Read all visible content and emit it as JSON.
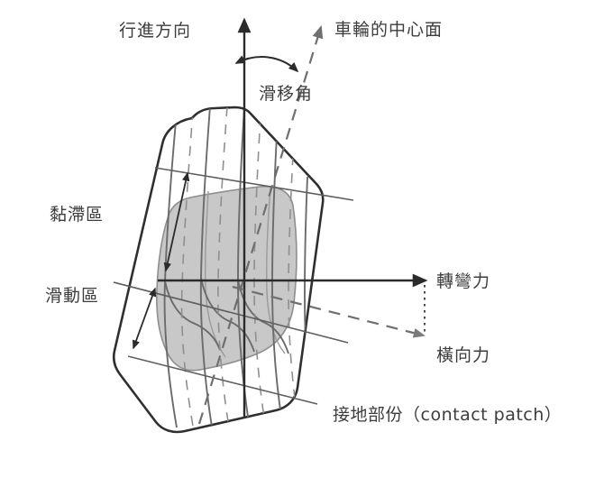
{
  "diagram": {
    "title": "Tire contact patch and slip angle diagram",
    "background_color": "#ffffff",
    "outline_color": "#2f2f2f",
    "tread_color": "#6b6b6b",
    "patch_fill": "#c8c8c8",
    "patch_stroke": "#8a8a8a",
    "axis_color": "#2b2b2b",
    "text_color": "#3d3d3d"
  },
  "labels": {
    "travel_direction": "行進方向",
    "wheel_center_plane": "車輪的中心面",
    "slip_angle": "滑移角",
    "adhesion_zone": "黏滯區",
    "sliding_zone": "滑動區",
    "cornering_force": "轉彎力",
    "lateral_force": "橫向力",
    "contact_patch_caption": "接地部份（contact patch）"
  },
  "icons": {
    "up_arrow": "travel-direction-arrow",
    "dashed_arrow": "wheel-plane-arrow",
    "arc_arrow": "slip-angle-arc",
    "right_arrow": "cornering-force-arrow",
    "diagonal_dashed_arrow": "lateral-force-arrow",
    "dotted_connector": "force-component-connector",
    "dimension_arrow_upper": "adhesion-zone-dimension",
    "dimension_arrow_lower": "sliding-zone-dimension"
  }
}
